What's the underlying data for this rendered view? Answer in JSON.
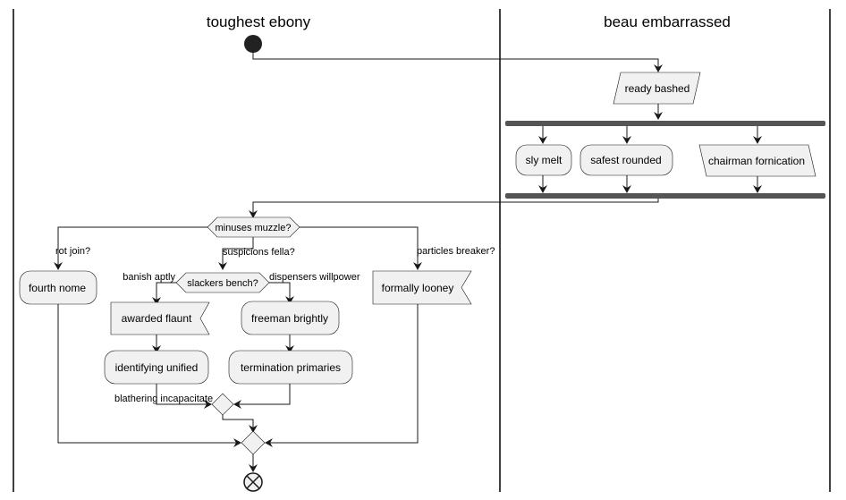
{
  "lanes": [
    {
      "title": "toughest ebony"
    },
    {
      "title": "beau embarrassed"
    }
  ],
  "nodes": {
    "ready_bashed": "ready bashed",
    "sly_melt": "sly melt",
    "safest_rounded": "safest rounded",
    "chairman_fornication": "chairman fornication",
    "minuses_muzzle": "minuses muzzle?",
    "fourth_nome": "fourth nome",
    "slackers_bench": "slackers bench?",
    "formally_looney": "formally looney",
    "awarded_flaunt": "awarded flaunt",
    "freeman_brightly": "freeman brightly",
    "identifying_unified": "identifying unified",
    "termination_primaries": "termination primaries"
  },
  "edge_labels": {
    "rot_join": "rot join?",
    "suspicions_fella": "suspicions fella?",
    "particles_breaker": "particles breaker?",
    "banish_aptly": "banish aptly",
    "dispensers_willpower": "dispensers willpower",
    "blathering_incapacitate": "blathering incapacitate"
  }
}
